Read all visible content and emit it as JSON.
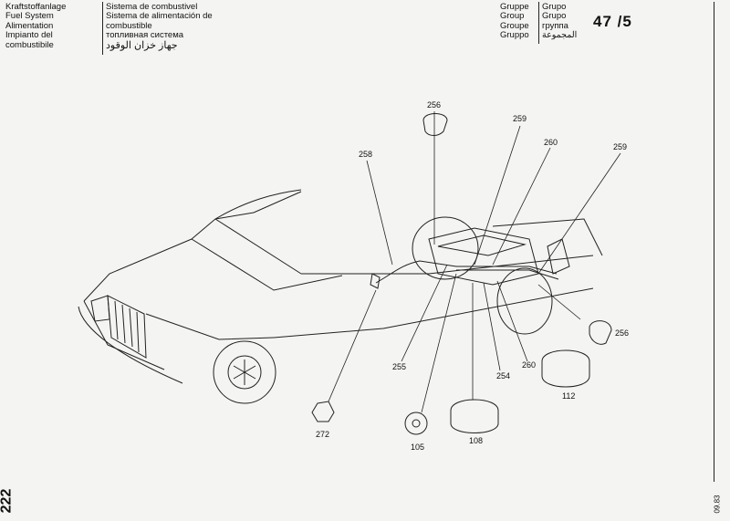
{
  "header": {
    "titles_left": [
      "Kraftstoffanlage",
      "Fuel System",
      "Alimentation",
      "Impianto del combustibile"
    ],
    "titles_right": [
      "Sistema de combustivel",
      "Sistema de alimentación de",
      "combustible",
      "топливная система",
      "جهاز خزان الوقود"
    ],
    "group_left": [
      "Gruppe",
      "Group",
      "Groupe",
      "Gruppo"
    ],
    "group_right": [
      "Grupo",
      "Grupo",
      "группа",
      "المجموعة"
    ],
    "group_number": "47 /5"
  },
  "page_number": "222",
  "date_code": "09.83",
  "callouts": {
    "c256a": "256",
    "c259a": "259",
    "c258": "258",
    "c260a": "260",
    "c259b": "259",
    "c256b": "256",
    "c255": "255",
    "c254": "254",
    "c260b": "260",
    "c112": "112",
    "c272": "272",
    "c105": "105",
    "c108": "108"
  }
}
